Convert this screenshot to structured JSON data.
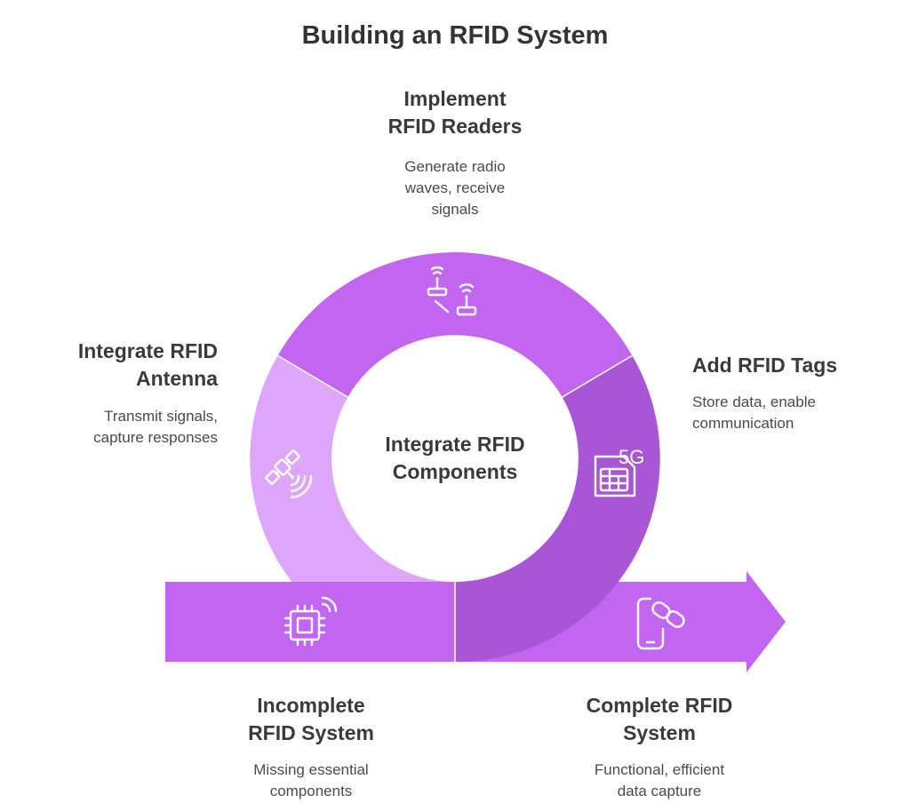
{
  "title": "Building an RFID System",
  "center": {
    "label_line1": "Integrate RFID",
    "label_line2": "Components"
  },
  "steps": [
    {
      "id": "readers",
      "title_line1": "Implement",
      "title_line2": "RFID Readers",
      "desc_line1": "Generate radio",
      "desc_line2": "waves, receive",
      "desc_line3": "signals",
      "icon": "wifi-router-icon"
    },
    {
      "id": "antenna",
      "title_line1": "Integrate RFID",
      "title_line2": "Antenna",
      "desc_line1": "Transmit signals,",
      "desc_line2": "capture responses",
      "icon": "satellite-icon"
    },
    {
      "id": "tags",
      "title_line1": "Add RFID Tags",
      "desc_line1": "Store data, enable",
      "desc_line2": "communication",
      "icon": "sim-card-5g-icon"
    },
    {
      "id": "incomplete",
      "title_line1": "Incomplete",
      "title_line2": "RFID System",
      "desc_line1": "Missing essential",
      "desc_line2": "components",
      "icon": "chip-wireless-icon"
    },
    {
      "id": "complete",
      "title_line1": "Complete RFID",
      "title_line2": "System",
      "desc_line1": "Functional, efficient",
      "desc_line2": "data capture",
      "icon": "phone-link-icon"
    }
  ],
  "colors": {
    "readers_segment": "#c266f2",
    "antenna_segment": "#dea6fb",
    "tags_segment": "#a855d6",
    "input_bar": "#c266f2",
    "output_arrow": "#c266f2",
    "icon_stroke": "#ffffff"
  }
}
